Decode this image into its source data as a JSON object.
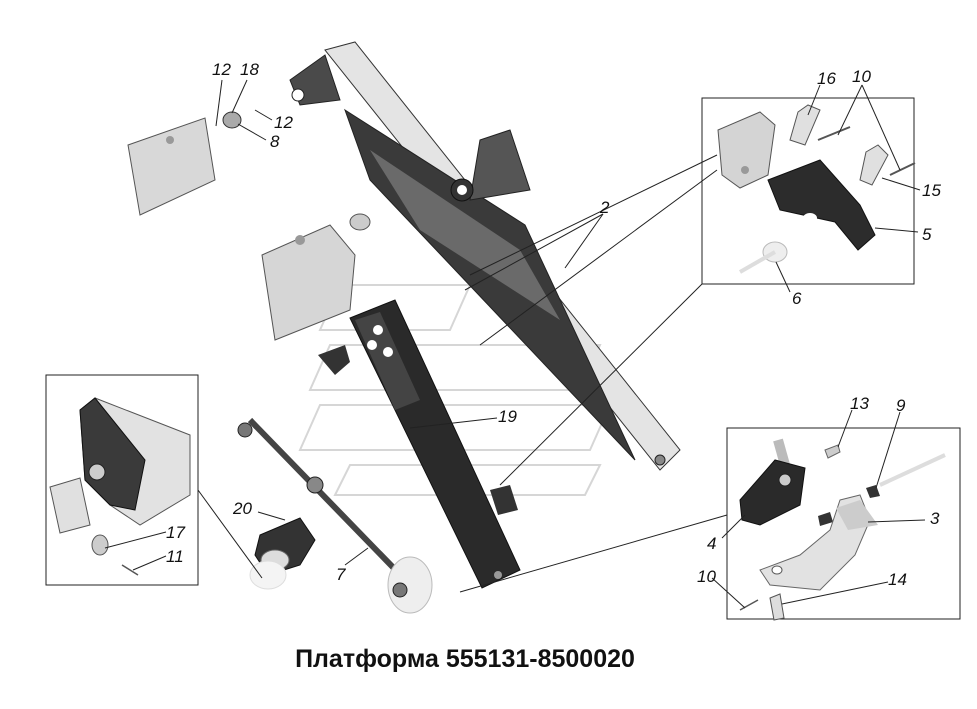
{
  "title": "Платформа 555131-8500020",
  "callouts": {
    "c12a": "12",
    "c18": "18",
    "c12b": "12",
    "c8": "8",
    "c16": "16",
    "c10a": "10",
    "c15": "15",
    "c5": "5",
    "c6": "6",
    "c2": "2",
    "c19": "19",
    "c13": "13",
    "c9": "9",
    "c3": "3",
    "c4": "4",
    "c10b": "10",
    "c14": "14",
    "c20": "20",
    "c7": "7",
    "c17": "17",
    "c11": "11"
  }
}
